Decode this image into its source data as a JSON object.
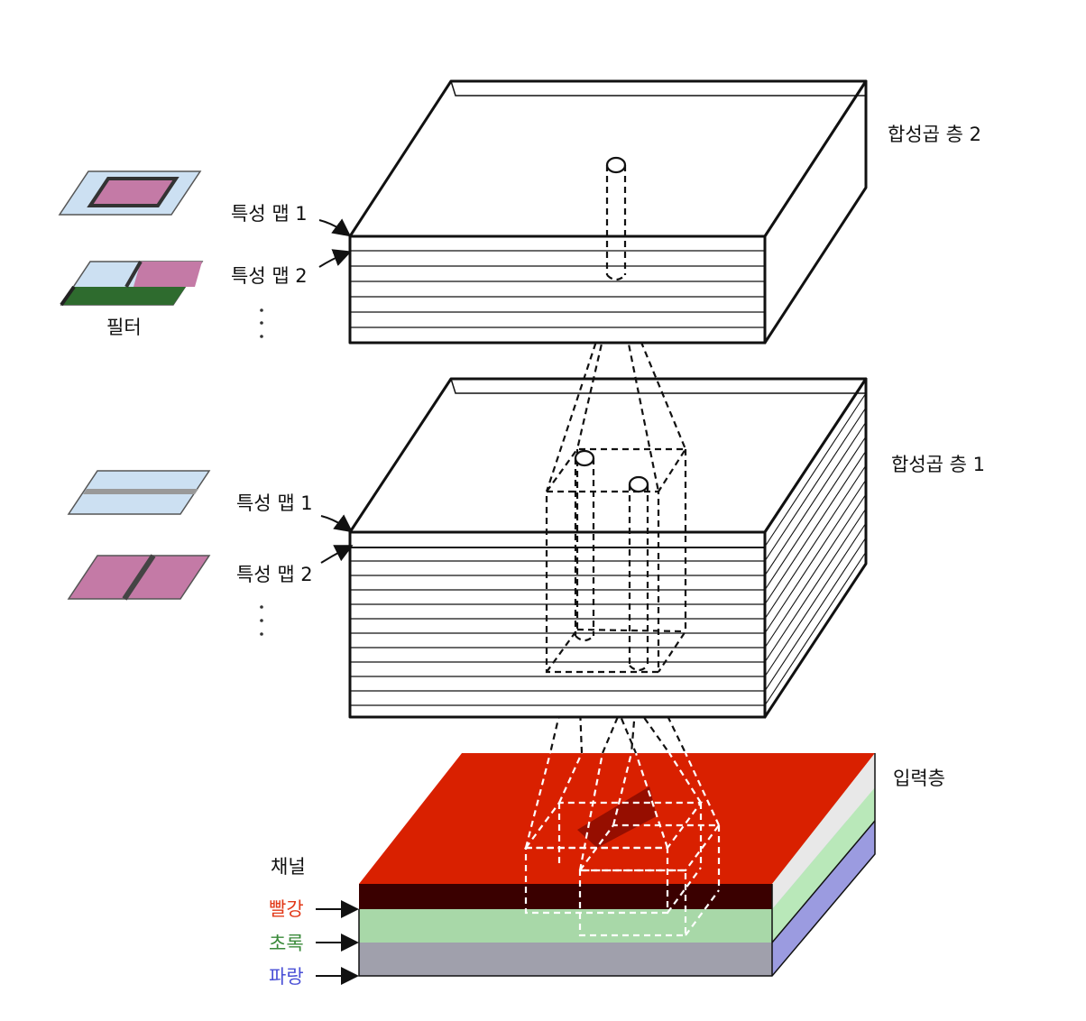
{
  "labels": {
    "conv2": "합성곱 층 2",
    "conv1": "합성곱 층 1",
    "input": "입력층",
    "feature_map_1": "특성 맵 1",
    "feature_map_2": "특성 맵 2",
    "filter": "필터",
    "channel": "채널",
    "red": "빨강",
    "green": "초록",
    "blue": "파랑"
  },
  "colors": {
    "red_channel": "#d92000",
    "red_channel_edge": "#3a0000",
    "green_channel": "#a6e3a6",
    "blue_channel": "#a3a3ee",
    "blue_channel_front": "#a0a0ac",
    "filter_light_blue": "#cce0f2",
    "filter_pink": "#c47aa6",
    "filter_dark_green": "#2e6b2e",
    "filter_dark": "#333333",
    "label_red": "#e23a1a",
    "label_green": "#3a8a3a",
    "label_blue": "#4a50d6"
  }
}
